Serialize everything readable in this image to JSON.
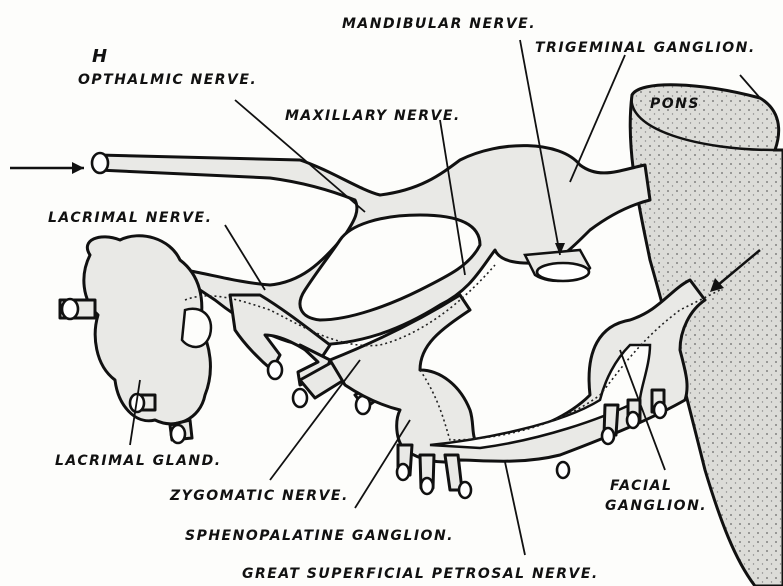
{
  "labels": {
    "mandibular_nerve": "MANDIBULAR NERVE.",
    "trigeminal_ganglion": "TRIGEMINAL GANGLION.",
    "ophthalmic_mark": "H",
    "ophthalmic_nerve": "OPTHALMIC NERVE.",
    "maxillary_nerve": "MAXILLARY NERVE.",
    "pons": "PONS",
    "lacrimal_nerve": "LACRIMAL NERVE.",
    "lacrimal_gland": "LACRIMAL GLAND.",
    "zygomatic_nerve": "ZYGOMATIC NERVE.",
    "sphenopalatine_ganglion": "SPHENOPALATINE GANGLION.",
    "facial_ganglion_1": "FACIAL",
    "facial_ganglion_2": "GANGLION.",
    "great_superficial_petrosal_nerve": "GREAT SUPERFICIAL PETROSAL NERVE."
  },
  "colors": {
    "ink": "#111111",
    "tissue_fill": "#e9e9e6",
    "pons_fill": "#dcdcd8",
    "paper": "#fdfdfb"
  }
}
